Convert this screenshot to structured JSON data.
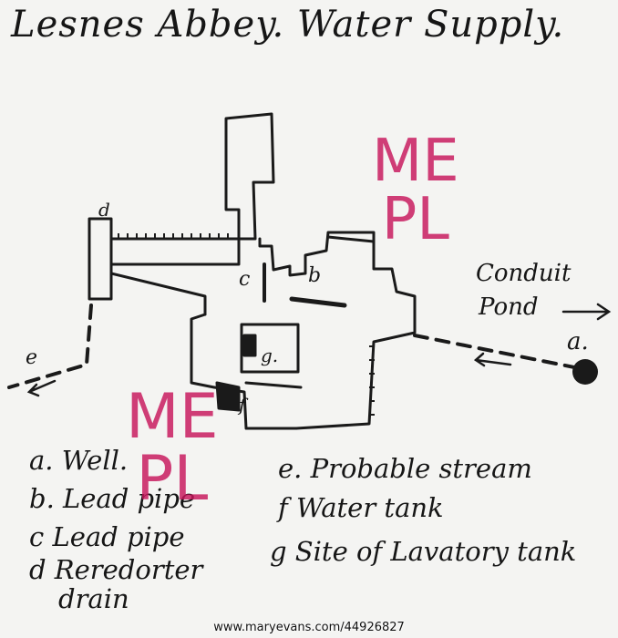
{
  "title": "Lesnes Abbey. Water Supply.",
  "plan_labels": {
    "c": "c",
    "b": "b",
    "g": "g.",
    "d": "d",
    "e": "e",
    "f": "f",
    "a": "a.",
    "conduit_line1": "Conduit",
    "conduit_line2": "Pond"
  },
  "legend": [
    {
      "key": "a",
      "text": "a. Well."
    },
    {
      "key": "b",
      "text": "b. Lead pipe"
    },
    {
      "key": "c",
      "text": "c Lead pipe"
    },
    {
      "key": "d1",
      "text": "d Reredorter"
    },
    {
      "key": "d2",
      "text": "drain"
    },
    {
      "key": "e",
      "text": "e. Probable stream"
    },
    {
      "key": "f",
      "text": "f Water tank"
    },
    {
      "key": "g",
      "text": "g Site of Lavatory tank"
    }
  ],
  "watermark": {
    "line1": "ME",
    "line2": "PL",
    "color": "#c8155c"
  },
  "footer": "www.maryevans.com/44926827"
}
